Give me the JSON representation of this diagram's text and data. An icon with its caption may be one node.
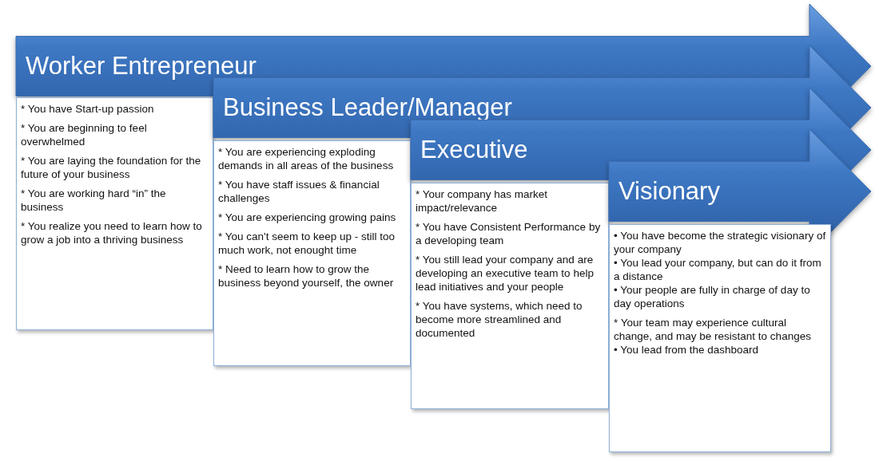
{
  "diagram": {
    "nodes": [
      {
        "text": [
          "Worker Entrepreneur"
        ]
      },
      {
        "text": [
          "* You have Start-up passion",
          "* You are beginning to feel overwhelmed",
          "* You are laying the foundation for the future of your business",
          "* You are working hard “in” the business",
          "* You realize you need to learn how to grow a job into a thriving business"
        ]
      },
      {
        "text": [
          "Business Leader/Manager"
        ]
      },
      {
        "text": [
          "* You are experiencing exploding demands in all areas of the business",
          "* You have staff issues & financial challenges",
          "* You are experiencing growing pains",
          "* You can't seem to keep up - still too much work, not enought time",
          "* Need to learn how to grow the business beyond yourself, the owner"
        ]
      },
      {
        "text": [
          "Executive"
        ]
      },
      {
        "text": [
          "* Your company has market impact/relevance",
          "* You have Consistent Performance by a developing team",
          "* You still lead your company and are developing an executive team to help lead initiatives and your people",
          "* You have systems, which need to become more streamlined and documented"
        ]
      },
      {
        "text": [
          "Visionary"
        ]
      },
      {
        "text": [
          "• You have become the strategic visionary of your company",
          "• You lead your company, but can do it from a distance",
          "• Your people are fully in charge of day to day operations",
          "* Your team may experience cultural change, and may be resistant to changes",
          "• You lead from the dashboard"
        ]
      }
    ]
  }
}
